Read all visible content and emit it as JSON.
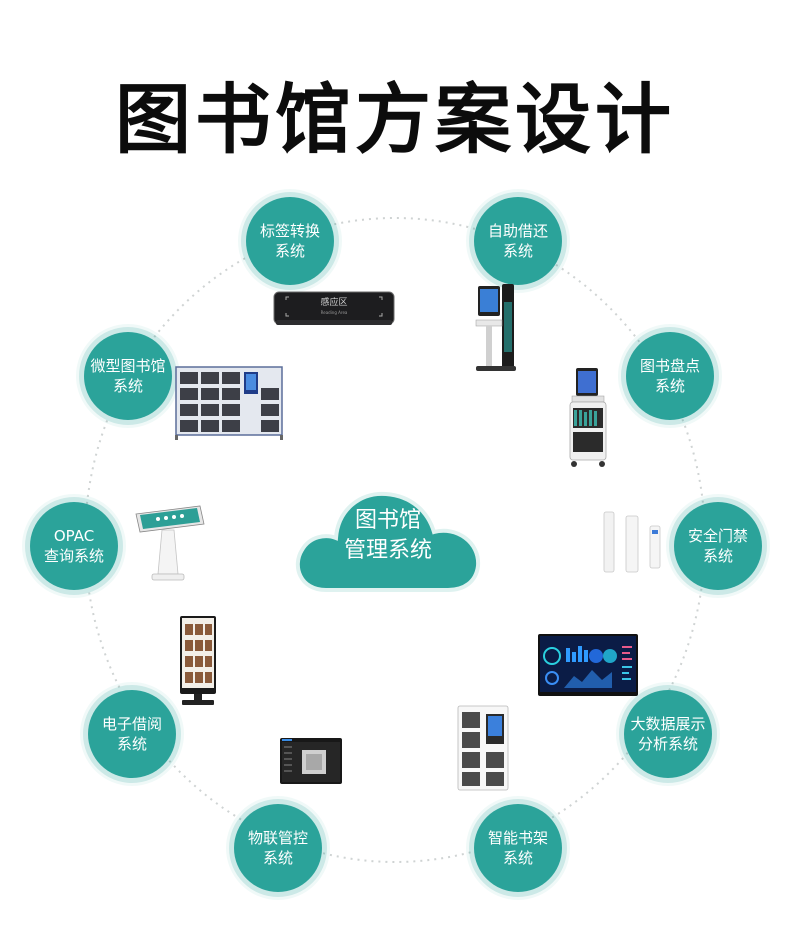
{
  "title": "图书馆方案设计",
  "center": {
    "line1": "图书馆",
    "line2": "管理系统"
  },
  "nodes": [
    {
      "line1": "标签转换",
      "line2": "系统"
    },
    {
      "line1": "自助借还",
      "line2": "系统"
    },
    {
      "line1": "微型图书馆",
      "line2": "系统"
    },
    {
      "line1": "图书盘点",
      "line2": "系统"
    },
    {
      "line1": "OPAC",
      "line2": "查询系统"
    },
    {
      "line1": "安全门禁",
      "line2": "系统"
    },
    {
      "line1": "电子借阅",
      "line2": "系统"
    },
    {
      "line1": "大数据展示",
      "line2": "分析系统"
    },
    {
      "line1": "物联管控",
      "line2": "系统"
    },
    {
      "line1": "智能书架",
      "line2": "系统"
    }
  ],
  "devices": {
    "reader_pad_label": "感应区",
    "reader_pad_sub": "Reading Area"
  },
  "colors": {
    "accent": "#2ba39a",
    "title": "#0c0c0c"
  }
}
